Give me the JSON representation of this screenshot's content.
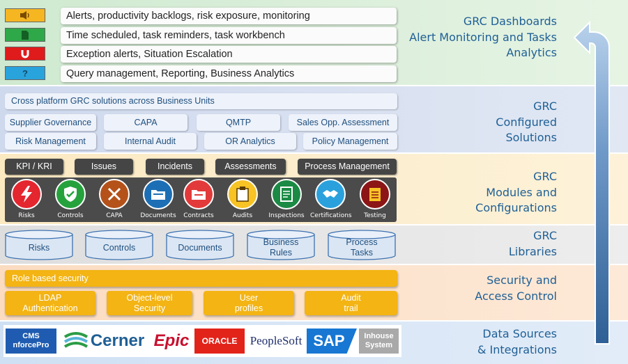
{
  "layers": {
    "dashboards": {
      "title": [
        "GRC Dashboards",
        "Alert Monitoring and Tasks",
        "Analytics"
      ],
      "rows": [
        {
          "text": "Alerts, productivity backlogs, risk exposure, monitoring",
          "icon": "speaker-icon",
          "color": "#f5b622"
        },
        {
          "text": "Time scheduled, task reminders, task workbench",
          "icon": "document-icon",
          "color": "#2fa84a"
        },
        {
          "text": "Exception alerts, Situation Escalation",
          "icon": "magnet-icon",
          "color": "#e01b1b"
        },
        {
          "text": "Query management, Reporting, Business Analytics",
          "icon": "question-icon",
          "color": "#29a3dc",
          "glyph": "?"
        }
      ]
    },
    "solutions": {
      "title": [
        "GRC",
        "Configured",
        "Solutions"
      ],
      "banner": "Cross platform GRC solutions across Business Units",
      "row1": [
        "Supplier Governance",
        "CAPA",
        "QMTP",
        "Sales Opp. Assessment"
      ],
      "row2": [
        "Risk Management",
        "Internal Audit",
        "OR Analytics",
        "Policy Management"
      ]
    },
    "modules": {
      "title": [
        "GRC",
        "Modules and",
        "Configurations"
      ],
      "tabs": [
        "KPI / KRI",
        "Issues",
        "Incidents",
        "Assessments",
        "Process Management"
      ],
      "items": [
        {
          "label": "Risks",
          "icon": "lightning-icon",
          "color": "#e4262f"
        },
        {
          "label": "Controls",
          "icon": "shield-icon",
          "color": "#26a23d"
        },
        {
          "label": "CAPA",
          "icon": "tools-icon",
          "color": "#b4521a"
        },
        {
          "label": "Documents",
          "icon": "folder-icon",
          "color": "#1d6fb5"
        },
        {
          "label": "Contracts",
          "icon": "contract-icon",
          "color": "#e23a3a"
        },
        {
          "label": "Audits",
          "icon": "clipboard-icon",
          "color": "#f7c325"
        },
        {
          "label": "Inspections",
          "icon": "checklist-icon",
          "color": "#1b8a45"
        },
        {
          "label": "Certifications",
          "icon": "handshake-icon",
          "color": "#2aa1dd"
        },
        {
          "label": "Testing",
          "icon": "notepad-icon",
          "color": "#8c1515"
        }
      ]
    },
    "libraries": {
      "title": [
        "GRC",
        "Libraries"
      ],
      "items": [
        "Risks",
        "Controls",
        "Documents",
        "Business\nRules",
        "Process\nTasks"
      ]
    },
    "security": {
      "title": [
        "Security and",
        "Access Control"
      ],
      "banner": "Role based security",
      "items": [
        "LDAP\nAuthentication",
        "Object-level\nSecurity",
        "User\nprofiles",
        "Audit\ntrail"
      ]
    },
    "data": {
      "title": [
        "Data Sources",
        "& Integrations"
      ],
      "logos": {
        "cms": [
          "CMS",
          "nforcePro"
        ],
        "cerner": "Cerner",
        "epic": "Epic",
        "oracle": "ORACLE",
        "peoplesoft": "PeopleSoft",
        "sap": "SAP",
        "inhouse": [
          "Inhouse",
          "System"
        ]
      }
    }
  },
  "colors": {
    "dashboards_bg": "#def0dd",
    "solutions_bg": "#dae2f1",
    "modules_bg": "#fcf0d3",
    "libraries_bg": "#e8e8e8",
    "security_bg": "#fce6d2",
    "data_bg": "#dce8f6",
    "title_text": "#1f5f95"
  }
}
